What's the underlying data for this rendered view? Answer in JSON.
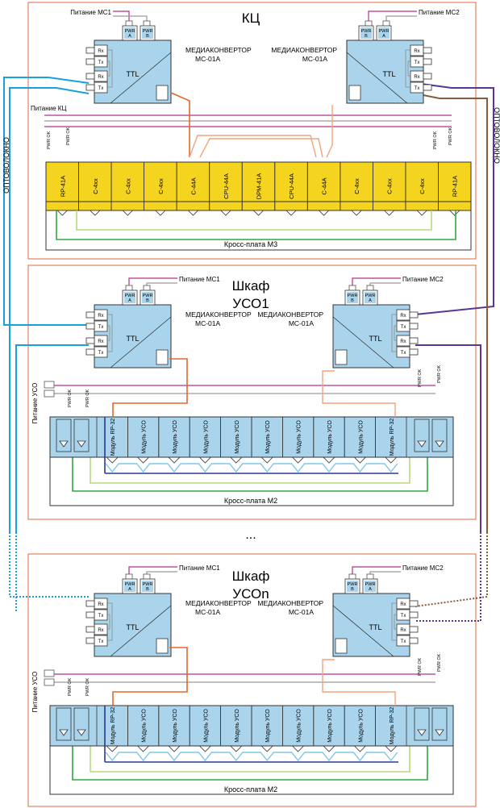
{
  "cabinets": {
    "kc": {
      "title": "КЦ",
      "power_mc1": "Питание МС1",
      "power_mc2": "Питание МС2",
      "mc_left": "МЕДИАКОНВЕРТОР МС-01А",
      "mc_right": "МЕДИАКОНВЕРТОР МС-01А",
      "power_kc": "Питание КЦ",
      "backplane": "Кросс-плата М3",
      "modules": [
        "RP-41A",
        "C-4xx",
        "C-4xx",
        "C-4xx",
        "C-44A",
        "CPU-44A",
        "DPM-41A",
        "CPU-44A",
        "C-44A",
        "C-4xx",
        "C-4xx",
        "C-4xx",
        "RP-41A"
      ]
    },
    "uso1": {
      "title1": "Шкаф",
      "title2": "УСО1",
      "power_mc1": "Питание МС1",
      "power_mc2": "Питание МС2",
      "mc_left": "МЕДИАКОНВЕРТОР МС-01А",
      "mc_right": "МЕДИАКОНВЕРТОР МС-01А",
      "power_uso": "Питание УСО",
      "backplane": "Кросс-плата М2",
      "modules": [
        "Модуль RP-32",
        "Модуль УСО",
        "Модуль УСО",
        "Модуль УСО",
        "Модуль УСО",
        "Модуль УСО",
        "Модуль УСО",
        "Модуль УСО",
        "Модуль УСО",
        "Модуль RP-32"
      ]
    },
    "uson": {
      "title1": "Шкаф",
      "title2": "УСОn",
      "power_mc1": "Питание МС1",
      "power_mc2": "Питание МС2",
      "mc_left": "МЕДИАКОНВЕРТОР МС-01А",
      "mc_right": "МЕДИАКОНВЕРТОР МС-01А",
      "power_uso": "Питание УСО",
      "backplane": "Кросс-плата М2",
      "modules": [
        "Модуль RP-32",
        "Модуль УСО",
        "Модуль УСО",
        "Модуль УСО",
        "Модуль УСО",
        "Модуль УСО",
        "Модуль УСО",
        "Модуль УСО",
        "Модуль УСО",
        "Модуль RP-32"
      ]
    }
  },
  "labels": {
    "fiber_left": "ОПТОВОЛОКНО",
    "fiber_right": "ОПТОВОЛОКНО",
    "ellipsis": "...",
    "pwr": "PWR",
    "pwr_a": "A",
    "pwr_b": "B",
    "ttl": "TTL",
    "rx": "Rx",
    "tx": "Tx",
    "pwr_ok": "PWR OK"
  },
  "colors": {
    "frame": "#e2683e",
    "blue": "#19a1dd",
    "orange": "#e2682a",
    "salmon": "#f2a27c",
    "purple": "#5a3596",
    "violet": "#6a3ea0",
    "magenta": "#b2338c",
    "green": "#2ea83e",
    "lightgreen": "#b8d87a",
    "lightblue": "#7ec7ea",
    "navy": "#2b3890",
    "brown": "#8a5a3a",
    "gray": "#9a9a9a",
    "yellow": "#f5d41f",
    "box": "#a9d4ec"
  }
}
